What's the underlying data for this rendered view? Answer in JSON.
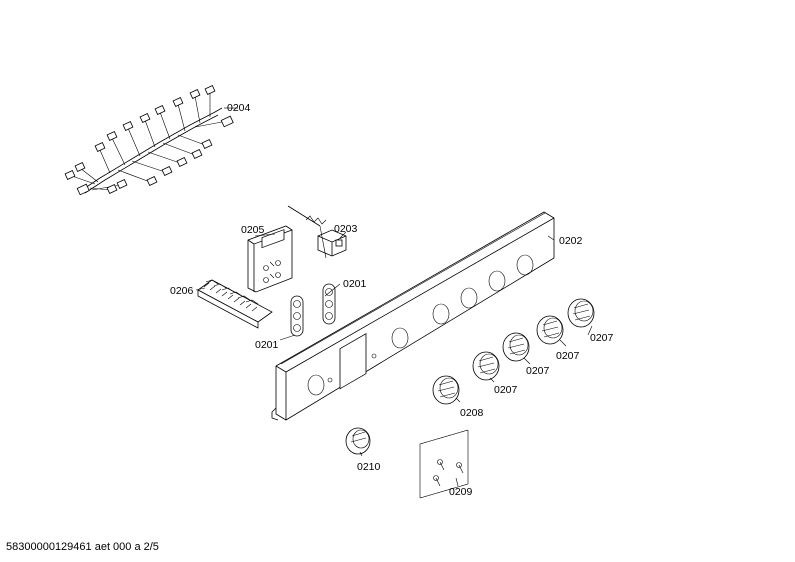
{
  "labels": {
    "p0201a": "0201",
    "p0201b": "0201",
    "p0202": "0202",
    "p0203": "0203",
    "p0204": "0204",
    "p0205": "0205",
    "p0206": "0206",
    "p0207a": "0207",
    "p0207b": "0207",
    "p0207c": "0207",
    "p0207d": "0207",
    "p0208": "0208",
    "p0209": "0209",
    "p0210": "0210"
  },
  "footer": "58300000129461 aet 000 a 2/5"
}
